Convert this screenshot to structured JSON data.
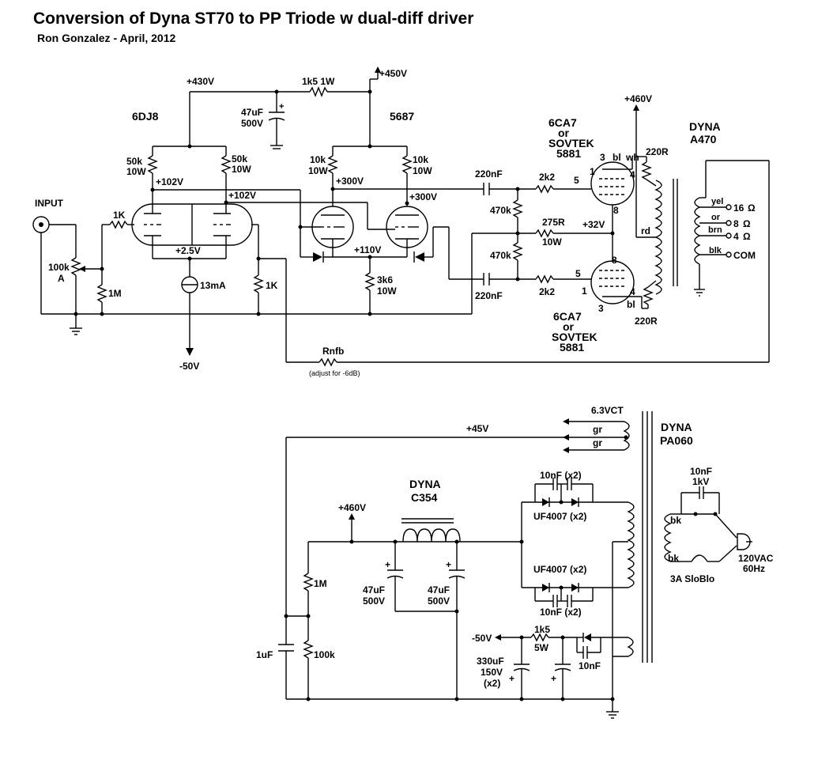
{
  "title": "Conversion of Dyna ST70 to PP Triode w dual-diff driver",
  "subtitle": "Ron Gonzalez - April, 2012",
  "amp": {
    "v430": "+430V",
    "r1k5": "1k5 1W",
    "v450": "+450V",
    "cap47_a": "47uF",
    "cap47_b": "500V",
    "tube1": "6DJ8",
    "tube2": "5687",
    "r50k_l1": "50k",
    "r50k_l2": "10W",
    "r50k_r1": "50k",
    "r50k_r2": "10W",
    "r10k_l1": "10k",
    "r10k_l2": "10W",
    "r10k_r1": "10k",
    "r10k_r2": "10W",
    "v102a": "+102V",
    "v102b": "+102V",
    "v300a": "+300V",
    "v300b": "+300V",
    "input": "INPUT",
    "r1k_in": "1K",
    "pot_a": "100k",
    "pot_b": "A",
    "r1m": "1M",
    "v2_5": "+2.5V",
    "cs": "13mA",
    "r1k_fb": "1K",
    "vneg50": "-50V",
    "v110": "+110V",
    "r3k6_a": "3k6",
    "r3k6_b": "10W",
    "c220a": "220nF",
    "c220b": "220nF",
    "r470a": "470k",
    "r470b": "470k",
    "r275_a": "275R",
    "r275_b": "10W",
    "v32": "+32V",
    "r2k2a": "2k2",
    "r2k2b": "2k2",
    "v460": "+460V",
    "ptube_top": [
      "6CA7",
      "or",
      "SOVTEK",
      "5881"
    ],
    "ptube_bot": [
      "6CA7",
      "or",
      "SOVTEK",
      "5881"
    ],
    "pin3t": "3",
    "pin4t": "4",
    "pin5t": "5",
    "pin1t": "1",
    "pin8t": "8",
    "pin8b": "8",
    "pin5b": "5",
    "pin1b": "1",
    "pin4b": "4",
    "pin3b": "3",
    "bl_top": "bl",
    "wh": "wh",
    "bl_bot": "bl",
    "rd": "rd",
    "r220a": "220R",
    "r220b": "220R",
    "ot1": "DYNA",
    "ot2": "A470",
    "yel": "yel",
    "or": "or",
    "brn": "brn",
    "blk": "blk",
    "tap16": "16",
    "tap8": "8",
    "tap4": "4",
    "com": "COM",
    "rnfb": "Rnfb",
    "rnfb_note": "(adjust for -6dB)"
  },
  "psu": {
    "heater": "6.3VCT",
    "gr1": "gr",
    "gr2": "gr",
    "v45": "+45V",
    "pt1": "DYNA",
    "pt2": "PA060",
    "choke1": "DYNA",
    "choke2": "C354",
    "v460": "+460V",
    "c10nx2_top": "10nF (x2)",
    "uf_top": "UF4007 (x2)",
    "uf_bot": "UF4007 (x2)",
    "c10nx2_bot": "10nF (x2)",
    "c10n1kv_a": "10nF",
    "c10n1kv_b": "1kV",
    "bk1": "bk",
    "bk2": "bk",
    "mains_a": "120VAC",
    "mains_b": "60Hz",
    "fuse": "3A SloBlo",
    "r1m": "1M",
    "r100k": "100k",
    "c1u": "1uF",
    "c47a_1": "47uF",
    "c47a_2": "500V",
    "c47b_1": "47uF",
    "c47b_2": "500V",
    "vneg50": "-50V",
    "r1k5_a": "1k5",
    "r1k5_b": "5W",
    "c330_a": "330uF",
    "c330_b": "150V",
    "c330_c": "(x2)",
    "c10n_bias": "10nF"
  },
  "ohm_symbol": "Ω"
}
